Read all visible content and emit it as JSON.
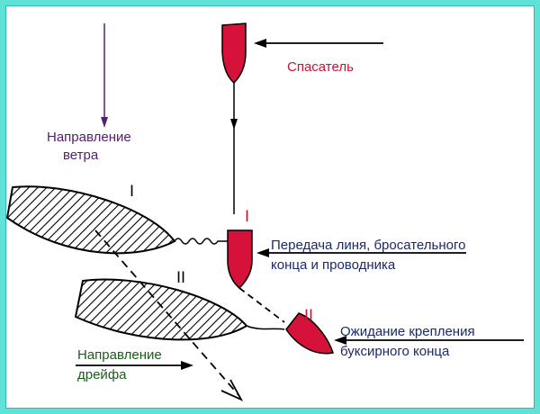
{
  "labels": {
    "rescuer": "Спасатель",
    "wind_line1": "Направление",
    "wind_line2": "ветра",
    "stage1_vessel": "I",
    "stage1_rescuer": "I",
    "stage2_vessel": "II",
    "stage2_rescuer": "II",
    "transfer_line1": "Передача линя, бросательного",
    "transfer_line2": "конца и проводника",
    "waiting_line1": "Ожидание крепления",
    "waiting_line2": "буксирного конца",
    "drift_line1": "Направление",
    "drift_line2": "дрейфа"
  },
  "colors": {
    "frame": "#5fe3d9",
    "rescuer_boat": "#d4123a",
    "rescuer_text": "#cc1133",
    "wind": "#55206e",
    "transfer_text": "#1a2a6a",
    "drift_text": "#1d5a1d",
    "outline": "#000000"
  }
}
